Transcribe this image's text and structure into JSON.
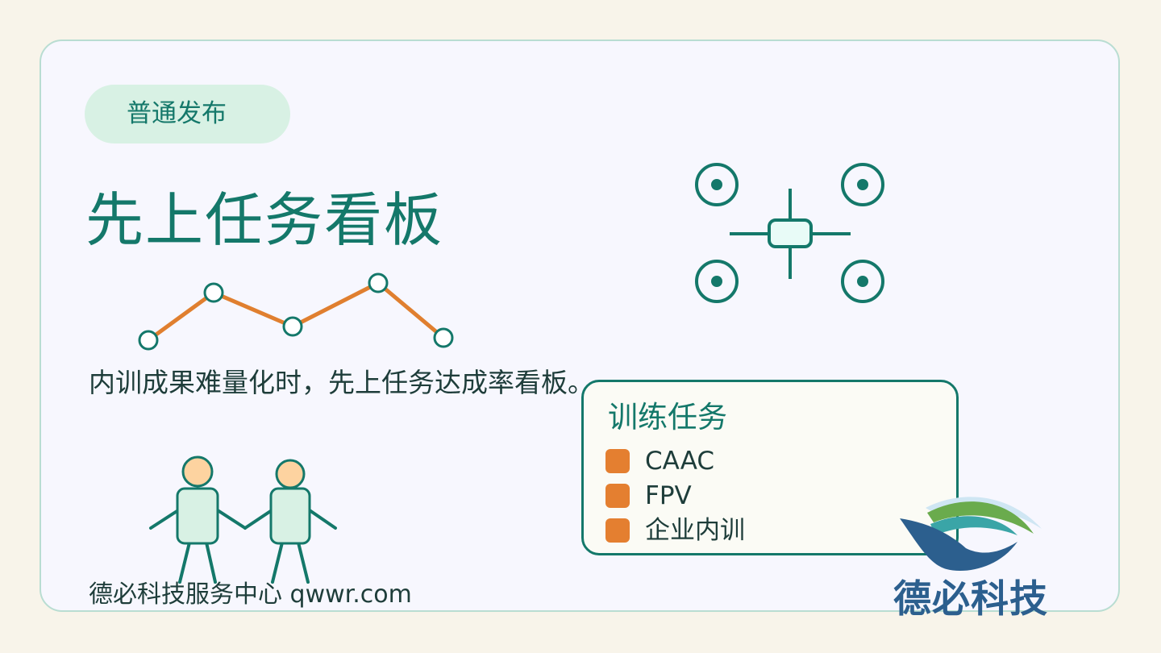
{
  "slide": {
    "badge": "普通发布",
    "title": "先上任务看板",
    "description": "内训成果难量化时，先上任务达成率看板。",
    "footer": "德必科技服务中心  qwwr.com"
  },
  "legend": {
    "title": "训练任务",
    "items": [
      {
        "label": "CAAC",
        "color": "#e47f30"
      },
      {
        "label": "FPV",
        "color": "#e47f30"
      },
      {
        "label": "企业内训",
        "color": "#e47f30"
      }
    ]
  },
  "logo": {
    "text": "德必科技"
  },
  "icons": [
    "trend-line-icon",
    "drone-icon",
    "people-icon",
    "logo-wave-icon"
  ],
  "colors": {
    "accent": "#14786a",
    "orange": "#e47f30",
    "badge_bg": "#d8f1e4",
    "card_bg": "#f7f7fe",
    "logo_blue": "#2c5f8e"
  }
}
